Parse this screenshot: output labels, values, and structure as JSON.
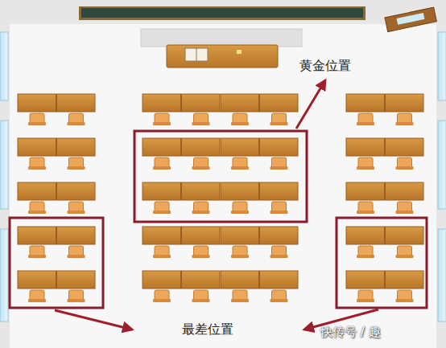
{
  "diagram": {
    "labels": [
      "黄金位置",
      "最差位置",
      "快传号 / 趣"
    ]
  }
}
